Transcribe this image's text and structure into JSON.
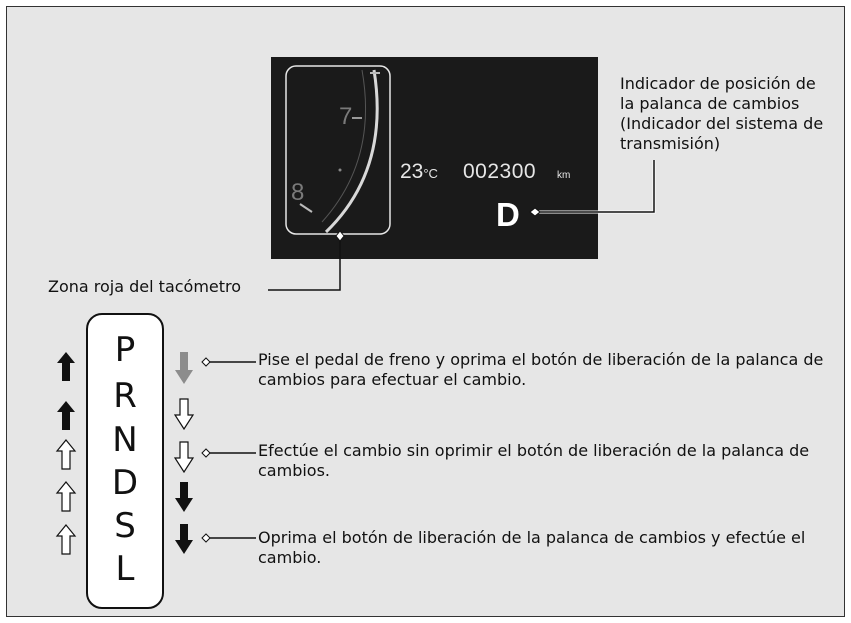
{
  "cluster": {
    "tach_label_7": "7",
    "tach_label_8": "8",
    "temperature": "23",
    "temperature_unit": "°C",
    "odometer": "002300",
    "odometer_unit": "km",
    "gear_display": "D"
  },
  "callouts": {
    "shift_indicator": "Indicador de posición de la palanca de cambios (Indicador del sistema de transmisión)",
    "red_zone": "Zona roja del tacómetro"
  },
  "gears": [
    "P",
    "R",
    "N",
    "D",
    "S",
    "L"
  ],
  "instructions": {
    "brake_release": "Pise el pedal de freno y oprima el botón de liberación de la palanca de cambios para efectuar el cambio.",
    "no_release": "Efectúe el cambio sin oprimir el botón de liberación de la palanca de cambios.",
    "release": "Oprima el botón de liberación de la palanca de cambios y efectúe el cambio."
  }
}
